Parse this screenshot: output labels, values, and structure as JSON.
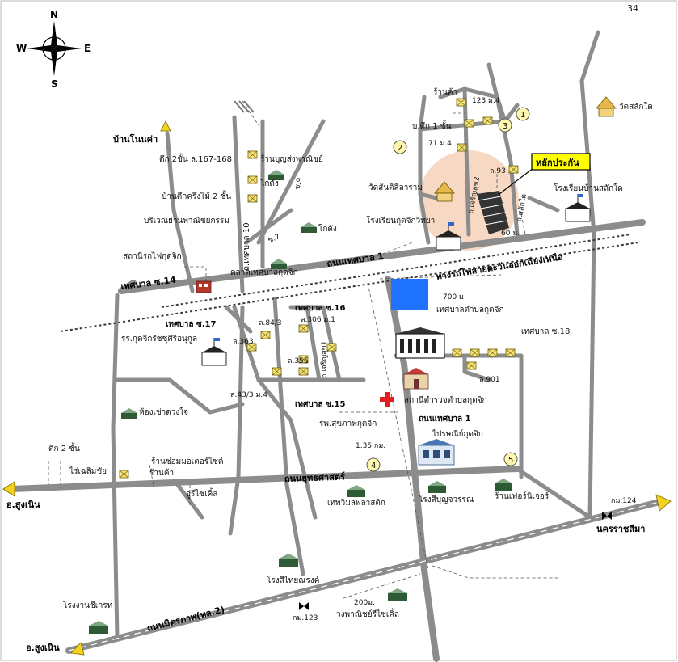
{
  "page_number": "34",
  "compass": {
    "n": "N",
    "s": "S",
    "e": "E",
    "w": "W"
  },
  "labels": {
    "ban_non_kha": "บ้านโนนค่า",
    "tuk2_l167": "ตึก 2ชั้น ล.167-168",
    "ran_boonsong": "ร้านบุญส่งพาณิชย์",
    "kodang1": "โกดัง",
    "ban_tuk_kreung": "บ้านตึกครึ่งไม้ 2 ชั้น",
    "kodang2": "โกดัง",
    "borivarn": "บริเวณย่านพาณิชยกรรม",
    "soi9": "ซ.9",
    "soi7": "ซ.7",
    "tessaban10": "ถ.เทศบาล 10",
    "station_train": "สถานีรถไฟกุดจิก",
    "talad": "ตลาดเทศบาลกุดจิก",
    "rd_tessaban1_top": "ถนนเทศบาล 1",
    "railway_ne": "ทางรถไฟสายตะวันออกเฉียงเหนือ",
    "tessaban_s14": "เทศบาล ซ.14",
    "tessaban_s16": "เทศบาล ซ.16",
    "tessaban_s17": "เทศบาล ซ.17",
    "tessaban_s18": "เทศบาล ซ.18",
    "tessaban_s15": "เทศบาล ซ.15",
    "l84_3": "ล.84/3",
    "l306": "ล.306 ม.1",
    "school_kudchik": "รร.กุดจิกรัชชุศิริอนุกูล",
    "l363": "ล.363",
    "l355": "ล.355",
    "charoensuk": "ถ.เจริญสุข1",
    "l43_3": "ล.43/3 ม.4",
    "tessaban_office": "เทศบาลตำบลกุดจิก",
    "police": "สถานีตำรวจตำบลกุดจิก",
    "l901": "ล.901",
    "dist_700": "700 ม.",
    "hospital": "รพ.สุขภาพกุดจิก",
    "rd_tessaban1_mid": "ถนนเทศบาล 1",
    "post": "ไปรษณีย์กุดจิก",
    "dist_135": "1.35 กม.",
    "room_rent": "ห้องเช่าดวงใจ",
    "tuk2_left": "ตึก 2 ชั้น",
    "rai_chalerm": "ไร่เฉลิมชัย",
    "motor_shop": "ร้านซ่อมมอเตอร์ไซค์",
    "shop_left": "ร้านค้า",
    "au_recycle": "อู่รีไซเคิ้ล",
    "sungnoen_1": "อ.สูงเนิน",
    "rd_yutthasat": "ถนนยุทธศาสตร์",
    "tep_vimol": "เทพวิมลพลาสติก",
    "rong_boonjawan": "โรงสีบุญจวรรณ",
    "furniture": "ร้านเฟอร์นิเจอร์",
    "km124": "กม.124",
    "nakhon_ratchasima": "นครราชสีมา",
    "rong_thai": "โรงสีไทยณรงค์",
    "rong_ngan": "โรงงานชีเกรท",
    "rd_mittraphap": "ถนนมิตรภาพ(ทล.2)",
    "km123": "กม.123",
    "dist_200": "200ม.",
    "wong_panich": "วงพาณิชย์รีไซเคิ้ล",
    "sungnoen_2": "อ.สูงเนิน",
    "ran_kha_top": "ร้านค้า",
    "l123_m4": "123 ม.4",
    "tuk1": "บ.ตึก 1 ชั้น",
    "m71_4": "71 ม.4",
    "l93": "ล.93",
    "collateral": "หลักประกัน",
    "wat_santi": "วัดสันติสิลาราม",
    "school_kudchik_vit": "โรงเรียนกุดจิกวิทยา",
    "dist_60": "60 ม.",
    "charoensuk2": "ถ.เจริญสุข2",
    "rd_saklak": "ถ.สลักใด",
    "wat_saklak": "วัดสลักใด",
    "school_saklak": "โรงเรียนบ้านสลักใด",
    "c1": "1",
    "c2": "2",
    "c3": "3",
    "c4": "4",
    "c5": "5"
  },
  "colors": {
    "road": "#8c8c8c",
    "highlight": "#f6d2b8",
    "collateral_box": "#ffff00",
    "blue_block": "#1f73ff",
    "hospital_cross": "#e02020"
  }
}
